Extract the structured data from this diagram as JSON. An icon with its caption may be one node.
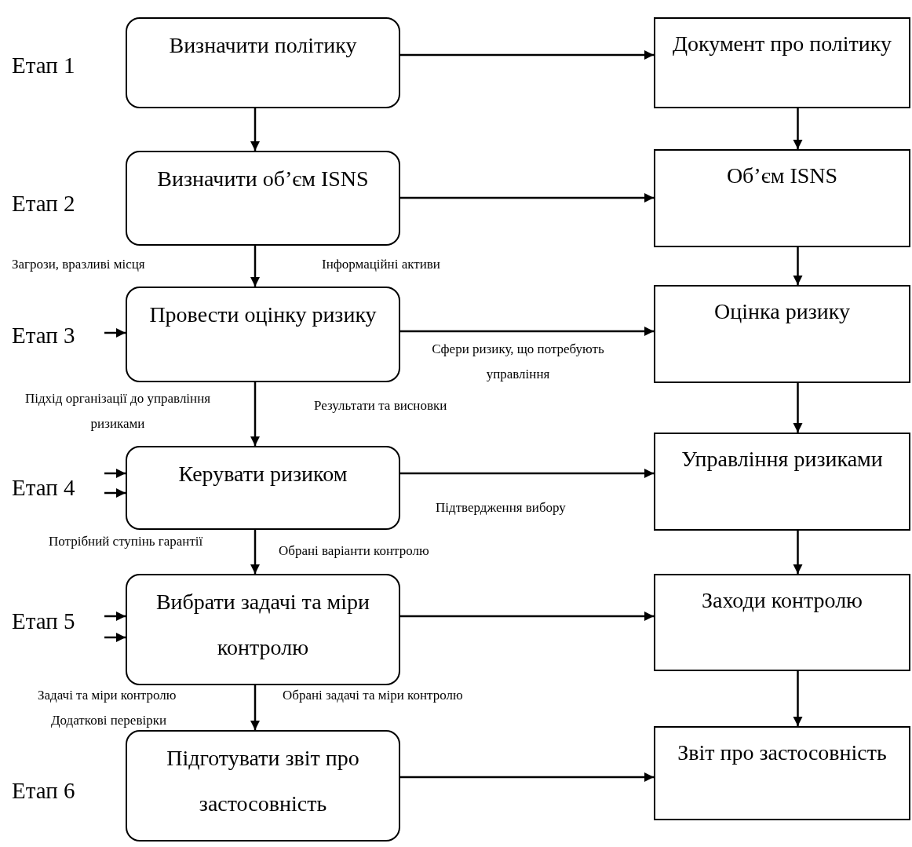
{
  "diagram": {
    "nodes": [
      {
        "text": [
          "Визначити політику"
        ]
      },
      {
        "text": [
          "Визначити об’єм ISNS"
        ]
      },
      {
        "text": [
          "Провести оцінку ризику"
        ]
      },
      {
        "text": [
          "Керувати ризиком"
        ]
      },
      {
        "text": [
          "Вибрати задачі та міри контролю"
        ]
      },
      {
        "text": [
          "Підготувати звіт про застосовність"
        ]
      },
      {
        "text": [
          "Документ про політику"
        ]
      },
      {
        "text": [
          "Об’єм ISNS"
        ]
      },
      {
        "text": [
          "Оцінка ризику"
        ]
      },
      {
        "text": [
          "Управління ризиками"
        ]
      },
      {
        "text": [
          "Заходи контролю"
        ]
      },
      {
        "text": [
          "Звіт про застосовність"
        ]
      }
    ],
    "edges": [
      {
        "from": 0,
        "to": 1,
        "arrow": "to"
      },
      {
        "from": 1,
        "to": 2,
        "arrow": "to"
      },
      {
        "from": 2,
        "to": 3,
        "arrow": "to"
      },
      {
        "from": 3,
        "to": 4,
        "arrow": "to"
      },
      {
        "from": 4,
        "to": 5,
        "arrow": "to"
      },
      {
        "from": 0,
        "to": 6,
        "arrow": "to"
      },
      {
        "from": 1,
        "to": 7,
        "arrow": "to"
      },
      {
        "from": 2,
        "to": 8,
        "arrow": "to"
      },
      {
        "from": 3,
        "to": 9,
        "arrow": "to"
      },
      {
        "from": 4,
        "to": 10,
        "arrow": "to"
      },
      {
        "from": 5,
        "to": 11,
        "arrow": "to"
      },
      {
        "from": 6,
        "to": 7,
        "arrow": "to"
      },
      {
        "from": 7,
        "to": 8,
        "arrow": "to"
      },
      {
        "from": 8,
        "to": 9,
        "arrow": "to"
      },
      {
        "from": 9,
        "to": 10,
        "arrow": "to"
      },
      {
        "from": 10,
        "to": 11,
        "arrow": "to"
      },
      {
        "from": null,
        "to": 2,
        "arrow": "to"
      },
      {
        "from": null,
        "to": 3,
        "arrow": "to"
      },
      {
        "from": null,
        "to": 3,
        "arrow": "to"
      },
      {
        "from": null,
        "to": 4,
        "arrow": "to"
      },
      {
        "from": null,
        "to": 4,
        "arrow": "to"
      }
    ],
    "labels": [
      "Етап 1",
      "Етап 2",
      "Загрози, вразливі місця",
      "Інформаційні активи",
      "Етап 3",
      "Сфери ризику, що потребують управління",
      "Підхід організації до управління ризиками",
      "Результати та висновки",
      "Етап 4",
      "Підтвердження вибору",
      "Потрібний ступінь гарантії",
      "Обрані варіанти контролю",
      "Етап 5",
      "Задачі та міри контролю",
      "Обрані задачі та міри контролю",
      "Додаткові перевірки",
      "Етап 6"
    ]
  }
}
